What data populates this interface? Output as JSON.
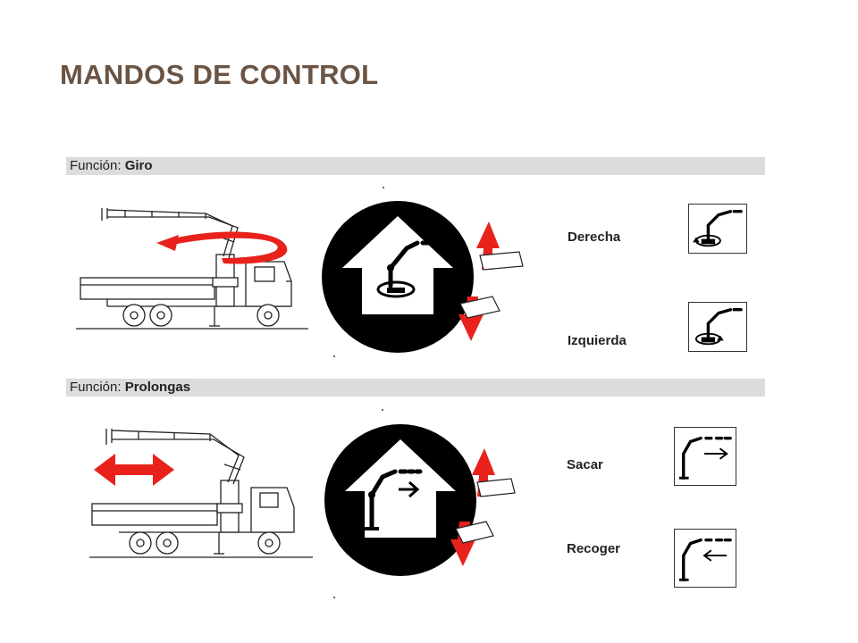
{
  "page": {
    "title": "MANDOS DE CONTROL"
  },
  "sections": [
    {
      "function_label": "Función:",
      "function_name": "Giro",
      "actions": [
        {
          "label": "Derecha",
          "icon": "crane-rotate-right-icon"
        },
        {
          "label": "Izquierda",
          "icon": "crane-rotate-left-icon"
        }
      ]
    },
    {
      "function_label": "Función:",
      "function_name": "Prolongas",
      "actions": [
        {
          "label": "Sacar",
          "icon": "crane-extend-icon"
        },
        {
          "label": "Recoger",
          "icon": "crane-retract-icon"
        }
      ]
    }
  ],
  "colors": {
    "title": "#6b5443",
    "bar": "#dcdcdc",
    "arrow": "#e8221b",
    "ink": "#111111"
  }
}
